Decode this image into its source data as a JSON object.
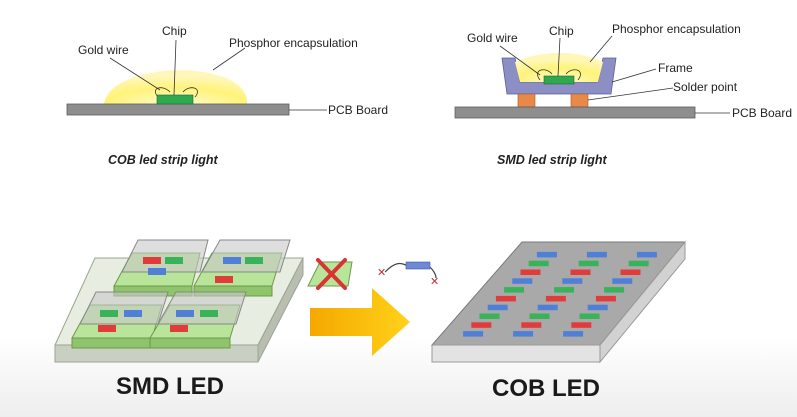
{
  "cob_diagram": {
    "labels": {
      "chip": "Chip",
      "gold_wire": "Gold wire",
      "phosphor": "Phosphor encapsulation",
      "pcb": "PCB Board"
    },
    "caption": "COB led strip light"
  },
  "smd_diagram": {
    "labels": {
      "chip": "Chip",
      "gold_wire": "Gold wire",
      "phosphor": "Phosphor encapsulation",
      "frame": "Frame",
      "solder": "Solder point",
      "pcb": "PCB Board"
    },
    "caption": "SMD led strip light"
  },
  "comparison": {
    "smd_title": "SMD LED",
    "cob_title": "COB LED"
  },
  "colors": {
    "phosphor": "#fff27a",
    "chip": "#2fa84f",
    "pcb": "#8e8e8e",
    "frame": "#8b8fc4",
    "solder": "#e8894a",
    "arrow": "#f7b800",
    "red_chip": "#e23b3b",
    "green_chip": "#38b35a",
    "blue_chip": "#4f7fd6"
  }
}
